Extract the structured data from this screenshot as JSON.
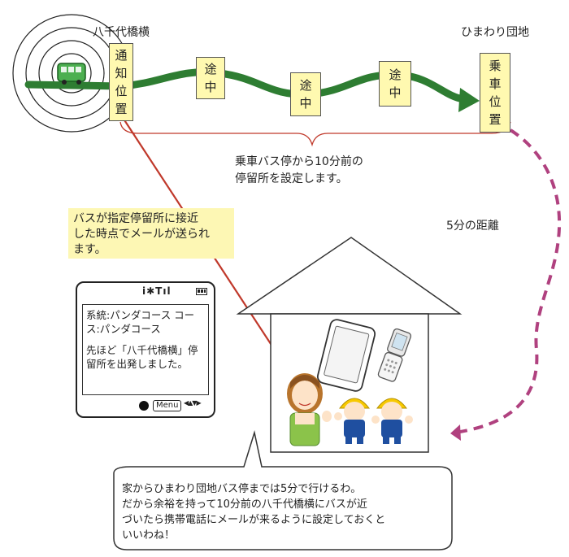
{
  "stops": {
    "origin_name": "八千代橋横",
    "destination_name": "ひまわり団地",
    "notify_box": [
      "通",
      "知",
      "位",
      "置"
    ],
    "midway_1": [
      "途",
      "中"
    ],
    "midway_2": [
      "途",
      "中"
    ],
    "midway_3": [
      "途",
      "中"
    ],
    "boarding_box": [
      "乗",
      "車",
      "位",
      "置"
    ]
  },
  "labels": {
    "setting_line1": "乗車バス停から10分前の",
    "setting_line2": "停留所を設定します。",
    "distance": "5分の距離",
    "mail_line1": "バスが指定停留所に接近",
    "mail_line2": "した時点でメールが送られ",
    "mail_line3": "ます。"
  },
  "phone_screen": {
    "status_icons": "i✱Tıl",
    "line1": "系統:パンダコース コー",
    "line2": "ス:パンダコース",
    "line3": "先ほど「八千代橋横」停",
    "line4": "留所を出発しました。",
    "menu_label": "Menu",
    "nav_arrows": "◀▲▼▶"
  },
  "speech": {
    "line1": "家からひまわり団地バス停までは5分で行けるわ。",
    "line2": "だから余裕を持って10分前の八千代橋横にバスが近",
    "line3": "づいたら携帯電話にメールが来るように設定しておくと",
    "line4": "いいわね！"
  },
  "colors": {
    "route_green": "#2e7d32",
    "box_yellow": "#fff9b0",
    "note_yellow": "#fdf7b4",
    "bracket_red": "#c0392b",
    "arrow_red": "#c0392b",
    "dashed_path": "#b0417f"
  }
}
